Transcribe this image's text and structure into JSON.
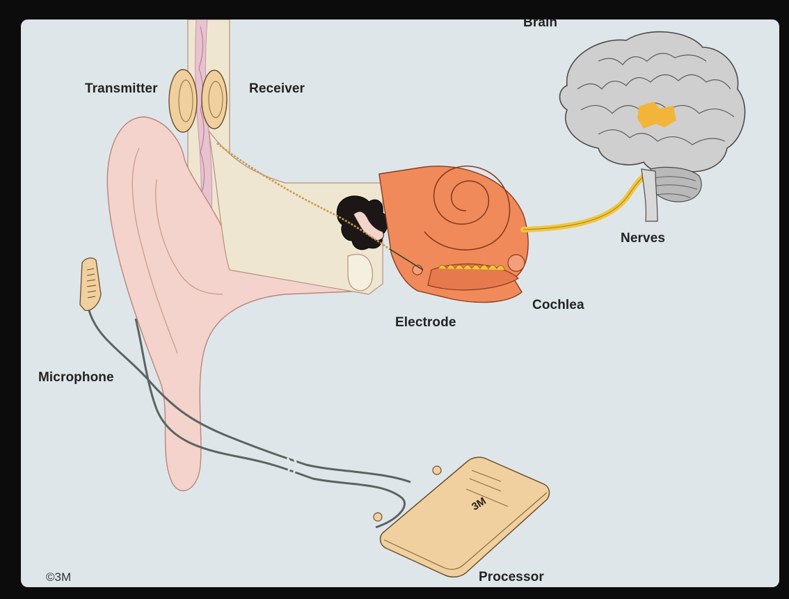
{
  "diagram": {
    "labels": {
      "transmitter": "Transmitter",
      "receiver": "Receiver",
      "brain": "Brain",
      "nerves": "Nerves",
      "cochlea": "Cochlea",
      "electrode": "Electrode",
      "microphone": "Microphone",
      "processor": "Processor"
    },
    "copyright": "©3M",
    "processor_logo": "3M",
    "colors": {
      "background": "#dfe6ea",
      "ear_skin": "#f3d3cb",
      "canal": "#ede4cf",
      "cochlea": "#f08a5a",
      "brain": "#c9c9c9",
      "brain_highlight": "#f2b53a",
      "nerve": "#f1c63e",
      "device_tan": "#f0d09e",
      "cable": "#5a6360"
    }
  }
}
